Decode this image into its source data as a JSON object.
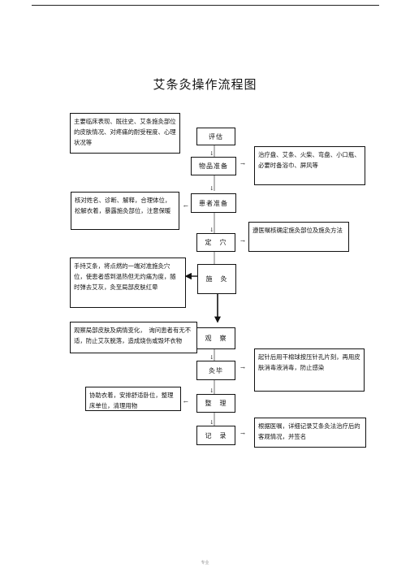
{
  "title": "艾条灸操作流程图",
  "steps": {
    "assess": "评估",
    "prepare": "物品准备",
    "patient": "患者准备",
    "locate": "定　穴",
    "apply": "施　灸",
    "observe": "观　察",
    "finish": "灸毕",
    "tidy": "整　理",
    "record": "记　录"
  },
  "notes": {
    "assess": "主要临床表现、既往史、艾条施灸部位的皮肤情况、对疼痛的耐受程度、心理状况等",
    "prepare": "治疗盘、艾条、火柴、弯盘、小口瓶、必要时备浴巾、屏风等",
    "patient": "核对姓名、诊断、解释，合理体位，松解衣着，暴露施灸部位，注意保暖",
    "locate": "遵医嘱核确定施灸部位及施灸方法",
    "apply": "手持艾条，将点燃的一端对准施灸穴位，使患者感到温热但无灼痛为度，随时弹去艾灰，灸至局部皮肤红晕",
    "observe": "观察局部皮肤及病情变化，　询问患者有无不适，防止艾灰脱落，造成烧伤或毁坏衣物",
    "finish": "起针后用干棉球按压针孔片刻，再用皮肤消毒液消毒，防止感染",
    "tidy": "协助衣着，安排舒适卧位，整理床单位，清理用物",
    "record": "根据医嘱，详细记录艾条灸法治疗后的客观情况，并签名"
  },
  "footer": "专业"
}
